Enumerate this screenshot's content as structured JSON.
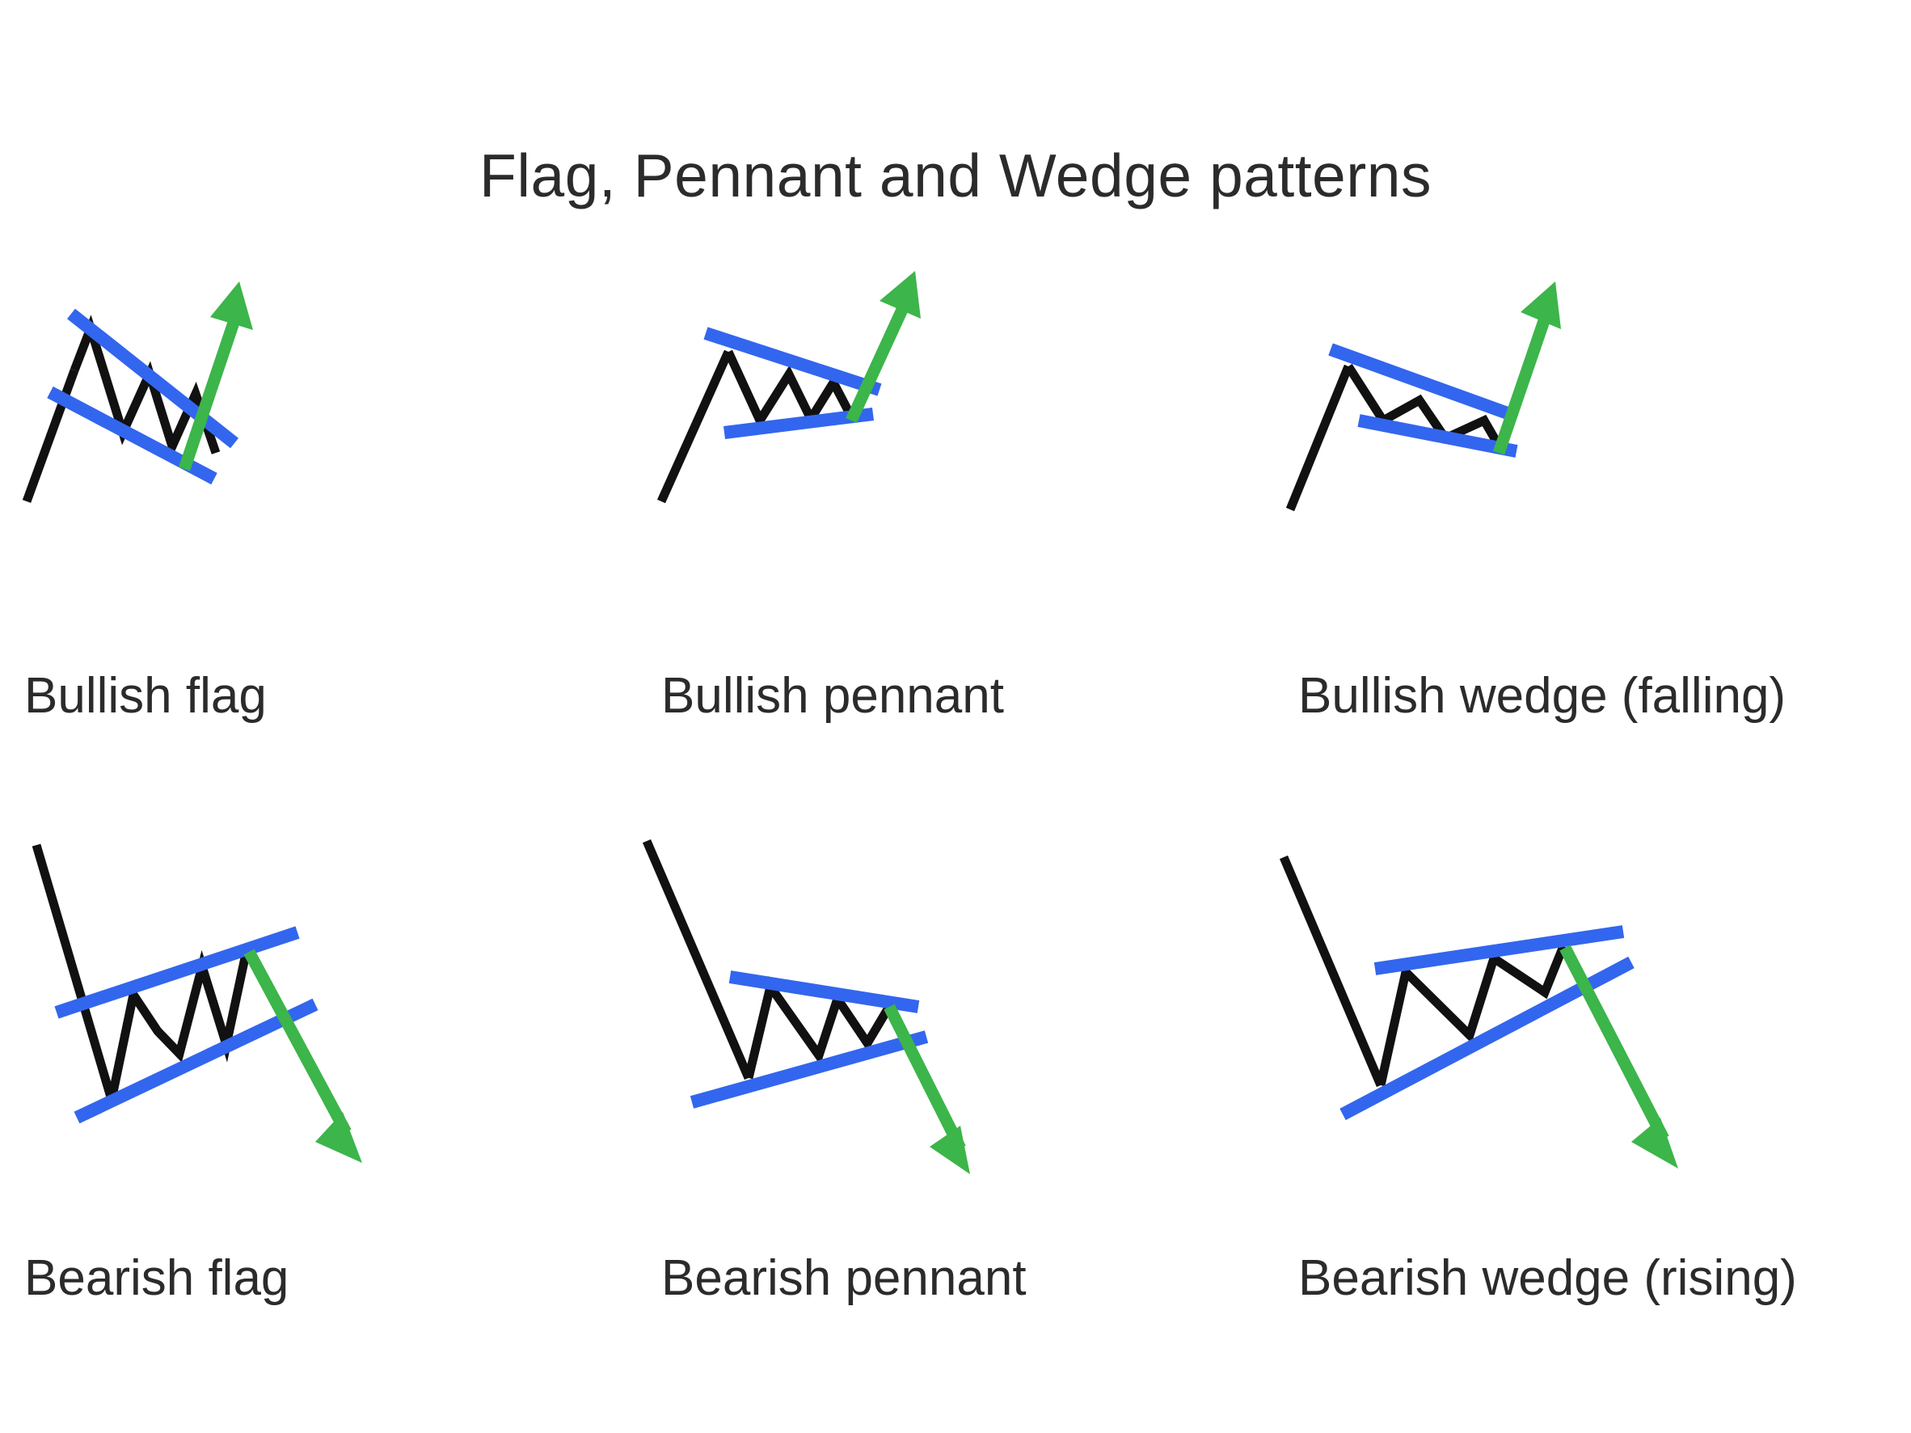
{
  "title": "Flag, Pennant and Wedge patterns",
  "colors": {
    "trend_line": "#111111",
    "channel_line": "#3366EE",
    "breakout_arrow": "#3CB54A",
    "text": "#2b2b2b",
    "background": "#ffffff"
  },
  "chart_data": {
    "type": "diagram",
    "title": "Flag, Pennant and Wedge patterns",
    "layout": {
      "rows": 2,
      "columns": 3
    },
    "legend_by_color": {
      "#111111": "price action (trend pole and consolidation zigzag)",
      "#3366EE": "trend / consolidation boundary lines",
      "#3CB54A": "expected breakout direction arrow"
    },
    "panels": [
      {
        "label": "Bullish flag",
        "bias": "bullish",
        "pole_direction": "up",
        "channel_type": "parallel down-sloping channel",
        "breakout_direction": "up",
        "zigzag_amplitude": "constant"
      },
      {
        "label": "Bullish pennant",
        "bias": "bullish",
        "pole_direction": "up",
        "channel_type": "converging symmetrical triangle",
        "breakout_direction": "up",
        "zigzag_amplitude": "decreasing"
      },
      {
        "label": "Bullish wedge (falling)",
        "bias": "bullish",
        "pole_direction": "up",
        "channel_type": "converging, both lines falling",
        "breakout_direction": "up",
        "zigzag_amplitude": "decreasing"
      },
      {
        "label": "Bearish flag",
        "bias": "bearish",
        "pole_direction": "down",
        "channel_type": "parallel up-sloping channel",
        "breakout_direction": "down",
        "zigzag_amplitude": "constant"
      },
      {
        "label": "Bearish pennant",
        "bias": "bearish",
        "pole_direction": "down",
        "channel_type": "converging symmetrical triangle",
        "breakout_direction": "down",
        "zigzag_amplitude": "decreasing"
      },
      {
        "label": "Bearish wedge (rising)",
        "bias": "bearish",
        "pole_direction": "down",
        "channel_type": "converging, both lines rising",
        "breakout_direction": "down",
        "zigzag_amplitude": "decreasing"
      }
    ]
  },
  "panels": [
    {
      "label": "Bullish flag"
    },
    {
      "label": "Bullish pennant"
    },
    {
      "label": "Bullish wedge (falling)"
    },
    {
      "label": "Bearish flag"
    },
    {
      "label": "Bearish pennant"
    },
    {
      "label": "Bearish wedge (rising)"
    }
  ]
}
